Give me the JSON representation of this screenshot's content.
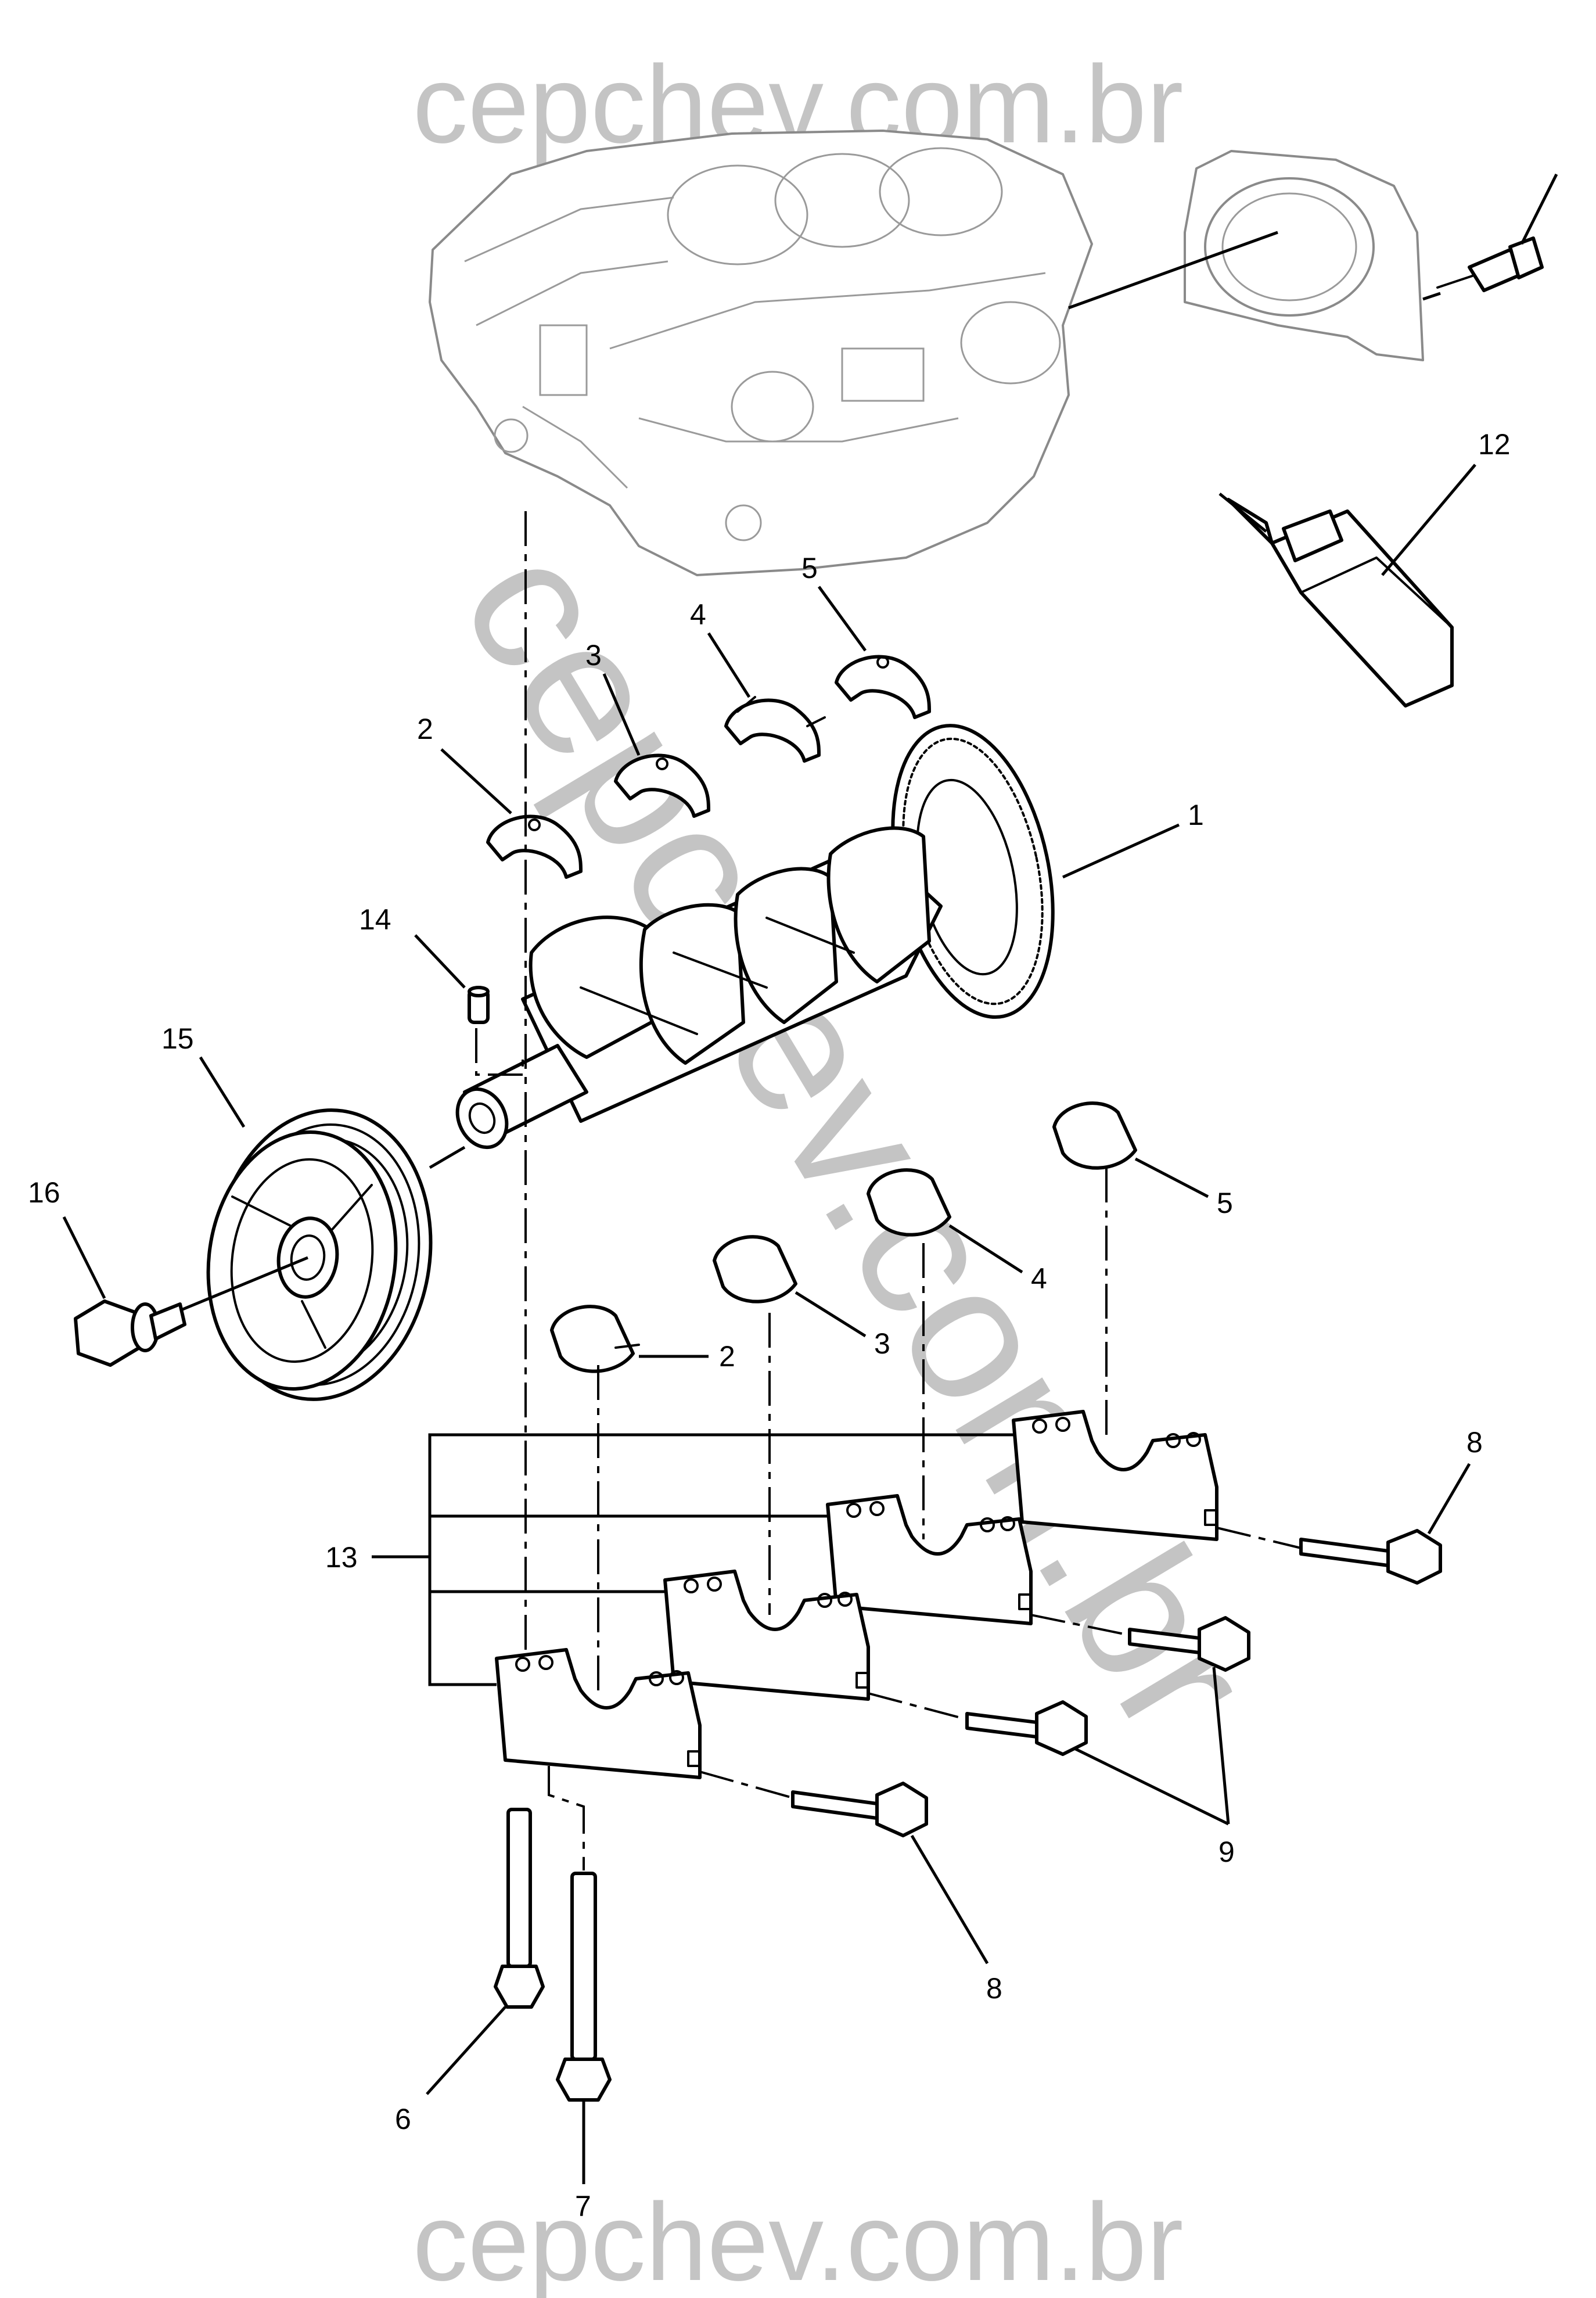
{
  "watermark": {
    "top": "cepchev.com.br",
    "diagonal": "cepchev.com.br",
    "bottom": "cepchev.com.br",
    "color": "#c4c4c4"
  },
  "callouts": {
    "c1": "1",
    "c2a": "2",
    "c2b": "2",
    "c3a": "3",
    "c3b": "3",
    "c4a": "4",
    "c4b": "4",
    "c5a": "5",
    "c5b": "5",
    "c6": "6",
    "c7": "7",
    "c8a": "8",
    "c8b": "8",
    "c9": "9",
    "c12": "12",
    "c13": "13",
    "c14": "14",
    "c15": "15",
    "c16": "16"
  }
}
